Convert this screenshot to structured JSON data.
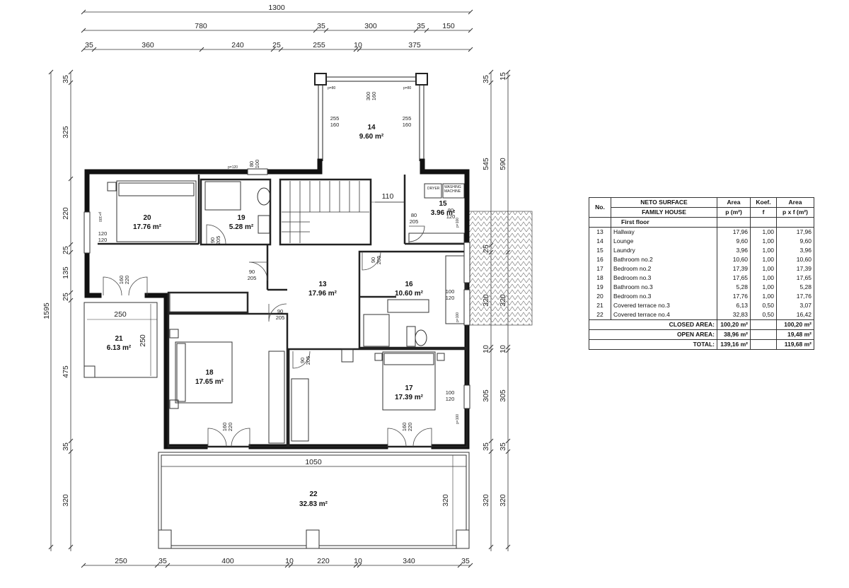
{
  "dims": {
    "top_total": "1300",
    "top_row2": [
      "780",
      "35",
      "300",
      "35",
      "150"
    ],
    "top_row3": [
      "35",
      "360",
      "240",
      "25",
      "255",
      "10",
      "375"
    ],
    "bottom": [
      "250",
      "35",
      "400",
      "10",
      "220",
      "10",
      "340",
      "35"
    ],
    "left_total": "1595",
    "left_parts": [
      "35",
      "325",
      "220",
      "25",
      "135",
      "25",
      "475",
      "35",
      "320"
    ],
    "right_inner": [
      "35",
      "545",
      "25",
      "320",
      "10",
      "305",
      "35",
      "320"
    ],
    "right_outer": [
      "15",
      "590",
      "320",
      "10",
      "305",
      "35",
      "320"
    ],
    "interior": [
      "1050",
      "110",
      "250",
      "250",
      "320"
    ]
  },
  "rooms": [
    {
      "no": "14",
      "area": "9.60 m²"
    },
    {
      "no": "20",
      "area": "17.76 m²"
    },
    {
      "no": "19",
      "area": "5.28 m²"
    },
    {
      "no": "15",
      "area": "3.96 m²"
    },
    {
      "no": "13",
      "area": "17.96 m²"
    },
    {
      "no": "16",
      "area": "10.60 m²"
    },
    {
      "no": "21",
      "area": "6.13 m²"
    },
    {
      "no": "18",
      "area": "17.65 m²"
    },
    {
      "no": "17",
      "area": "17.39 m²"
    },
    {
      "no": "22",
      "area": "32.83 m²"
    }
  ],
  "openings": {
    "w_a": "300",
    "w_a2": "160",
    "w_b": "255",
    "w_b2": "160",
    "p80": "p=80",
    "p120": "p=120",
    "p100": "p=100",
    "s80": "80",
    "s100": "100",
    "s120": "120",
    "s90": "90",
    "s205": "205",
    "s160": "160",
    "s220": "220"
  },
  "appliances": {
    "dryer": "DRYER",
    "washer1": "WASHING",
    "washer2": "MACHINE"
  },
  "table": {
    "head_no": "No.",
    "head_title1": "NETO SURFACE",
    "head_title2": "FAMILY HOUSE",
    "head_area": "Area",
    "head_koef": "Koef.",
    "head_area2": "Area",
    "head_p": "p (m²)",
    "head_f": "f",
    "head_pf": "p x f (m²)",
    "section": "First floor",
    "rows": [
      {
        "no": "13",
        "name": "Hallway",
        "p": "17,96",
        "f": "1,00",
        "pf": "17,96"
      },
      {
        "no": "14",
        "name": "Lounge",
        "p": "9,60",
        "f": "1,00",
        "pf": "9,60"
      },
      {
        "no": "15",
        "name": "Laundry",
        "p": "3,96",
        "f": "1,00",
        "pf": "3,96"
      },
      {
        "no": "16",
        "name": "Bathroom no.2",
        "p": "10,60",
        "f": "1,00",
        "pf": "10,60"
      },
      {
        "no": "17",
        "name": "Bedroom no.2",
        "p": "17,39",
        "f": "1,00",
        "pf": "17,39"
      },
      {
        "no": "18",
        "name": "Bedroom no.3",
        "p": "17,65",
        "f": "1,00",
        "pf": "17,65"
      },
      {
        "no": "19",
        "name": "Bathroom no.3",
        "p": "5,28",
        "f": "1,00",
        "pf": "5,28"
      },
      {
        "no": "20",
        "name": "Bedroom no.3",
        "p": "17,76",
        "f": "1,00",
        "pf": "17,76"
      },
      {
        "no": "21",
        "name": "Covered terrace no.3",
        "p": "6,13",
        "f": "0,50",
        "pf": "3,07"
      },
      {
        "no": "22",
        "name": "Covered terrace no.4",
        "p": "32,83",
        "f": "0,50",
        "pf": "16,42"
      }
    ],
    "closed_label": "CLOSED AREA:",
    "closed_p": "100,20 m²",
    "closed_pf": "100,20 m²",
    "open_label": "OPEN AREA:",
    "open_p": "38,96 m²",
    "open_pf": "19,48 m²",
    "total_label": "TOTAL:",
    "total_p": "139,16 m²",
    "total_pf": "119,68 m²"
  }
}
